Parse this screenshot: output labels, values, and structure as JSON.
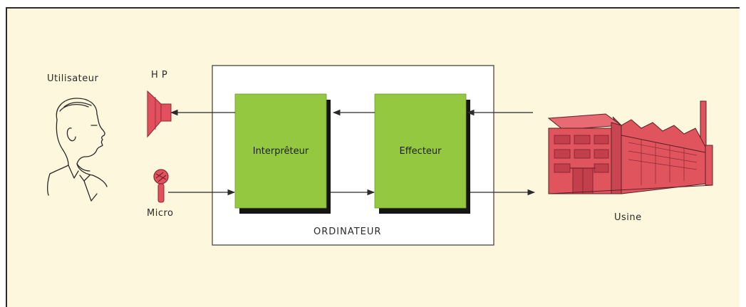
{
  "labels": {
    "user": "Utilisateur",
    "speaker": "H P",
    "microphone": "Micro",
    "interpreter": "Interprêteur",
    "effector": "Effecteur",
    "computer": "ORDINATEUR",
    "factory": "Usine"
  },
  "colors": {
    "background": "#fcf7dd",
    "module_fill": "#93c840",
    "module_shadow": "#151515",
    "device_red": "#e2505e",
    "factory_red": "#e0545e",
    "line": "#2a2a2a"
  },
  "icons": {
    "user": "person-head-icon",
    "speaker": "loudspeaker-icon",
    "microphone": "microphone-icon",
    "factory": "factory-icon"
  }
}
